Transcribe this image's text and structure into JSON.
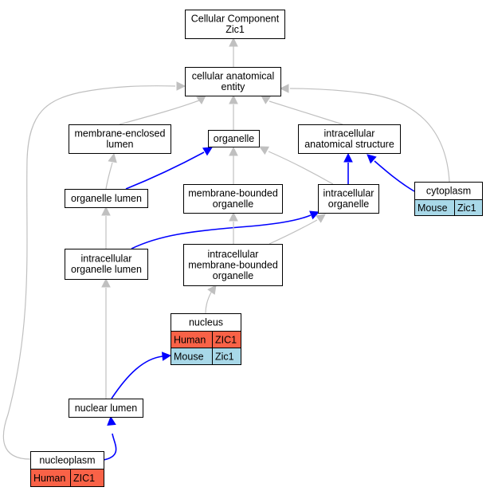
{
  "nodes": {
    "root": {
      "lines": [
        "Cellular Component",
        "Zic1"
      ]
    },
    "cellular_anatomical_entity": {
      "lines": [
        "cellular anatomical",
        "entity"
      ]
    },
    "membrane_enclosed_lumen": {
      "lines": [
        "membrane-enclosed",
        "lumen"
      ]
    },
    "organelle": {
      "lines": [
        "organelle"
      ]
    },
    "intracellular_anatomical_structure": {
      "lines": [
        "intracellular",
        "anatomical structure"
      ]
    },
    "organelle_lumen": {
      "lines": [
        "organelle lumen"
      ]
    },
    "membrane_bounded_organelle": {
      "lines": [
        "membrane-bounded",
        "organelle"
      ]
    },
    "intracellular_organelle": {
      "lines": [
        "intracellular",
        "organelle"
      ]
    },
    "cytoplasm": {
      "lines": [
        "cytoplasm"
      ],
      "rows": [
        {
          "species": "Mouse",
          "gene": "Zic1"
        }
      ]
    },
    "intracellular_organelle_lumen": {
      "lines": [
        "intracellular",
        "organelle lumen"
      ]
    },
    "intracellular_membrane_bounded_organelle": {
      "lines": [
        "intracellular",
        "membrane-bounded",
        "organelle"
      ]
    },
    "nucleus": {
      "lines": [
        "nucleus"
      ],
      "rows": [
        {
          "species": "Human",
          "gene": "ZIC1"
        },
        {
          "species": "Mouse",
          "gene": "Zic1"
        }
      ]
    },
    "nuclear_lumen": {
      "lines": [
        "nuclear lumen"
      ]
    },
    "nucleoplasm": {
      "lines": [
        "nucleoplasm"
      ],
      "rows": [
        {
          "species": "Human",
          "gene": "ZIC1"
        }
      ]
    }
  },
  "edges": [
    {
      "from": "cellular_anatomical_entity",
      "to": "root",
      "color": "gray"
    },
    {
      "from": "membrane_enclosed_lumen",
      "to": "cellular_anatomical_entity",
      "color": "gray"
    },
    {
      "from": "organelle",
      "to": "cellular_anatomical_entity",
      "color": "gray"
    },
    {
      "from": "intracellular_anatomical_structure",
      "to": "cellular_anatomical_entity",
      "color": "gray"
    },
    {
      "from": "cytoplasm",
      "to": "cellular_anatomical_entity",
      "color": "gray"
    },
    {
      "from": "nucleoplasm",
      "to": "cellular_anatomical_entity",
      "color": "gray"
    },
    {
      "from": "organelle_lumen",
      "to": "membrane_enclosed_lumen",
      "color": "gray"
    },
    {
      "from": "organelle_lumen",
      "to": "organelle",
      "color": "blue"
    },
    {
      "from": "membrane_bounded_organelle",
      "to": "organelle",
      "color": "gray"
    },
    {
      "from": "intracellular_organelle",
      "to": "organelle",
      "color": "gray"
    },
    {
      "from": "intracellular_organelle",
      "to": "intracellular_anatomical_structure",
      "color": "blue"
    },
    {
      "from": "cytoplasm",
      "to": "intracellular_anatomical_structure",
      "color": "blue"
    },
    {
      "from": "intracellular_organelle_lumen",
      "to": "organelle_lumen",
      "color": "gray"
    },
    {
      "from": "intracellular_organelle_lumen",
      "to": "intracellular_organelle",
      "color": "blue"
    },
    {
      "from": "intracellular_membrane_bounded_organelle",
      "to": "membrane_bounded_organelle",
      "color": "gray"
    },
    {
      "from": "intracellular_membrane_bounded_organelle",
      "to": "intracellular_organelle",
      "color": "gray"
    },
    {
      "from": "nucleus",
      "to": "intracellular_membrane_bounded_organelle",
      "color": "gray"
    },
    {
      "from": "nuclear_lumen",
      "to": "intracellular_organelle_lumen",
      "color": "gray"
    },
    {
      "from": "nuclear_lumen",
      "to": "nucleus",
      "color": "blue"
    },
    {
      "from": "nucleoplasm",
      "to": "nuclear_lumen",
      "color": "blue"
    }
  ],
  "colors": {
    "gray_edge": "#c0c0c0",
    "blue_edge": "#0000ff",
    "human_cell": "#f96247",
    "mouse_cell": "#a8d8e8"
  }
}
